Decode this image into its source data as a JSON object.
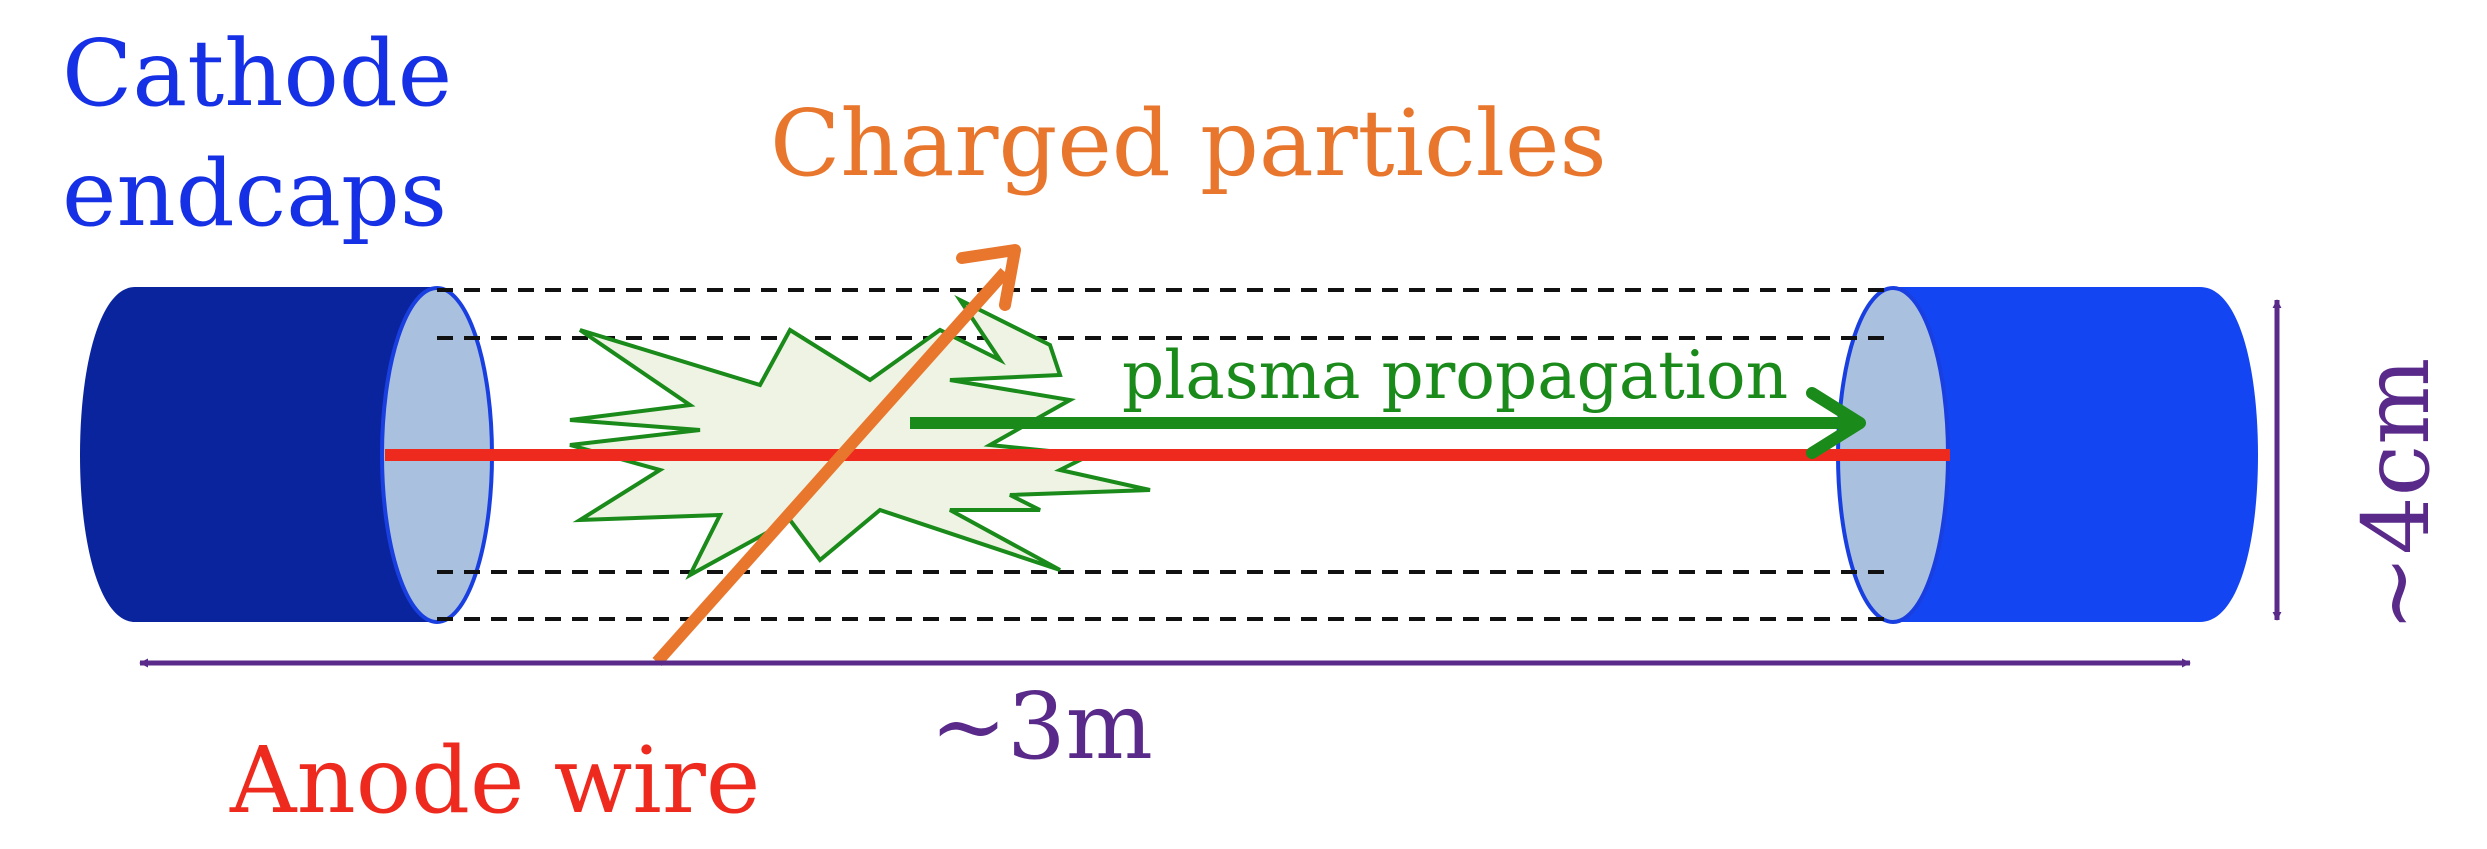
{
  "labels": {
    "cathode_line1": "Cathode",
    "cathode_line2": "endcaps",
    "charged": "Charged particles",
    "plasma": "plasma propagation",
    "anode": "Anode wire",
    "length": "~3m",
    "diameter": "~4cm"
  },
  "colors": {
    "cathode_text": "#1630e6",
    "charged": "#e8762c",
    "plasma": "#1a8a1a",
    "anode": "#ee2a1e",
    "dimension": "#5a2a8a",
    "left_endcap": "#0a249e",
    "right_endcap": "#1445f2",
    "endcap_face": "#a9c1de",
    "burst_fill": "#eef3e3"
  }
}
